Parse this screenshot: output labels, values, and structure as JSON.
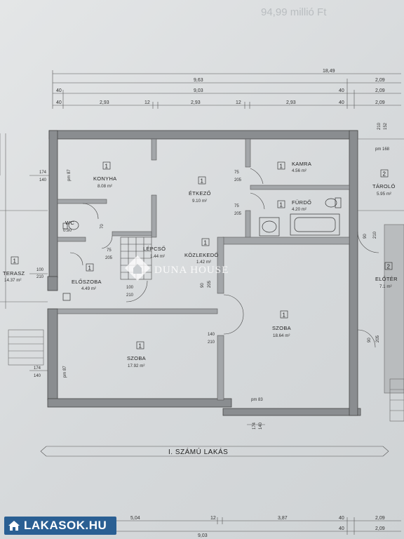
{
  "header_ghost": {
    "price": "94,99 millió Ft"
  },
  "dims_top": {
    "row1_total": "18,49",
    "row2_left": "9,63",
    "row2_right": "2,09",
    "row3_a": "40",
    "row3_b": "9,03",
    "row3_c": "40",
    "row3_d": "2,09",
    "row4": [
      "40",
      "2,93",
      "12",
      "2,93",
      "12",
      "2,93",
      "40",
      "2,09"
    ]
  },
  "dims_bottom": {
    "row1": [
      "5,04",
      "12",
      "3,87",
      "40",
      "2,09"
    ],
    "row2": [
      "9,03",
      "40",
      "2,09"
    ]
  },
  "rooms": [
    {
      "id": "konyha",
      "num": "1",
      "name": "KONYHA",
      "area": "8.08 m²"
    },
    {
      "id": "etkezo",
      "num": "1",
      "name": "ÉTKEZŐ",
      "area": "9.10 m²"
    },
    {
      "id": "kamra",
      "num": "1",
      "name": "KAMRA",
      "area": "4.56 m²"
    },
    {
      "id": "furdo",
      "num": "1",
      "name": "FÜRDŐ",
      "area": "4.20 m²"
    },
    {
      "id": "wc",
      "num": "",
      "name": "WC",
      "area": "0.90"
    },
    {
      "id": "lepcso",
      "num": "1",
      "name": "LÉPCSŐ",
      "area": "1.44 m²"
    },
    {
      "id": "kozlekedo",
      "num": "1",
      "name": "KÖZLEKEDŐ",
      "area": "1.42 m²"
    },
    {
      "id": "eloszoba",
      "num": "1",
      "name": "ELŐSZOBA",
      "area": "4.49 m²"
    },
    {
      "id": "szoba-left",
      "num": "1",
      "name": "SZOBA",
      "area": "17.92 m²"
    },
    {
      "id": "szoba-right",
      "num": "1",
      "name": "SZOBA",
      "area": "18.64 m²"
    },
    {
      "id": "terasz",
      "num": "1",
      "name": "TERASZ",
      "area": "14.37 m²"
    },
    {
      "id": "tarolo",
      "num": "2",
      "name": "TÁROLÓ",
      "area": "5.95 m²"
    },
    {
      "id": "eloter",
      "num": "2",
      "name": "ELŐTÉR",
      "area": "7.1 m²"
    }
  ],
  "door_labels": {
    "d174_140_top": [
      "174",
      "140"
    ],
    "pm87_top": "pm 87",
    "d75_205_a": [
      "75",
      "205"
    ],
    "d75_205_b": [
      "75",
      "205"
    ],
    "d75_205_c": [
      "75",
      "205"
    ],
    "d100_210_a": [
      "100",
      "210"
    ],
    "d100_210_b": [
      "100",
      "210"
    ],
    "d90_205": [
      "90",
      "205"
    ],
    "d140_210": [
      "140",
      "210"
    ],
    "d174_140_bottom": [
      "174",
      "140"
    ],
    "pm87_bottom": "pm 87",
    "pm83": "pm 83",
    "d174_140_bottom2": [
      "174",
      "140"
    ],
    "d210_152": [
      "210",
      "152"
    ],
    "pm168": "pm 168",
    "d90_210_right": [
      "90",
      "210"
    ],
    "d90_205_right": [
      "90",
      "205"
    ],
    "d70": "70"
  },
  "plan_title": "I. SZÁMÚ LAKÁS",
  "watermark": "DUNA HOUSE",
  "logo": {
    "text": "LAKASOK.HU"
  }
}
